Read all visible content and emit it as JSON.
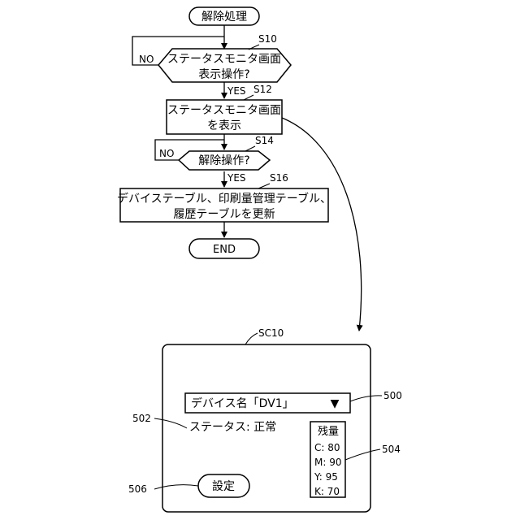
{
  "flowchart": {
    "start_label": "解除処理",
    "s10": {
      "step": "S10",
      "line1": "ステータスモニタ画面",
      "line2": "表示操作?",
      "no_label": "NO",
      "yes_label": "YES"
    },
    "s12": {
      "step": "S12",
      "line1": "ステータスモニタ画面",
      "line2": "を表示"
    },
    "s14": {
      "step": "S14",
      "text": "解除操作?",
      "no_label": "NO",
      "yes_label": "YES"
    },
    "s16": {
      "step": "S16",
      "line1": "デバイステーブル、印刷量管理テーブル、",
      "line2": "履歴テーブルを更新"
    },
    "end_label": "END"
  },
  "screen": {
    "id": "SC10",
    "device_select": {
      "value": "デバイス名「DV1」",
      "arrow": "▼",
      "ref": "500"
    },
    "status": {
      "text": "ステータス: 正常",
      "ref": "502"
    },
    "remaining": {
      "title": "残量",
      "items": [
        "C: 80",
        "M: 90",
        "Y: 95",
        "K: 70"
      ],
      "ref": "504"
    },
    "settings_button": {
      "label": "設定",
      "ref": "506"
    }
  }
}
